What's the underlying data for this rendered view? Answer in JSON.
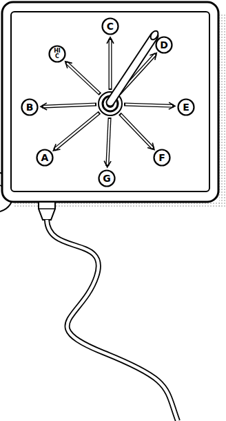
{
  "diagram": {
    "nodes": [
      {
        "text": [
          "C"
        ]
      },
      {
        "text": [
          "D"
        ]
      },
      {
        "text": [
          "HI C"
        ]
      },
      {
        "text": [
          "B"
        ]
      },
      {
        "text": [
          "E"
        ]
      },
      {
        "text": [
          "A"
        ]
      },
      {
        "text": [
          "F"
        ]
      },
      {
        "text": [
          "G"
        ]
      }
    ]
  }
}
